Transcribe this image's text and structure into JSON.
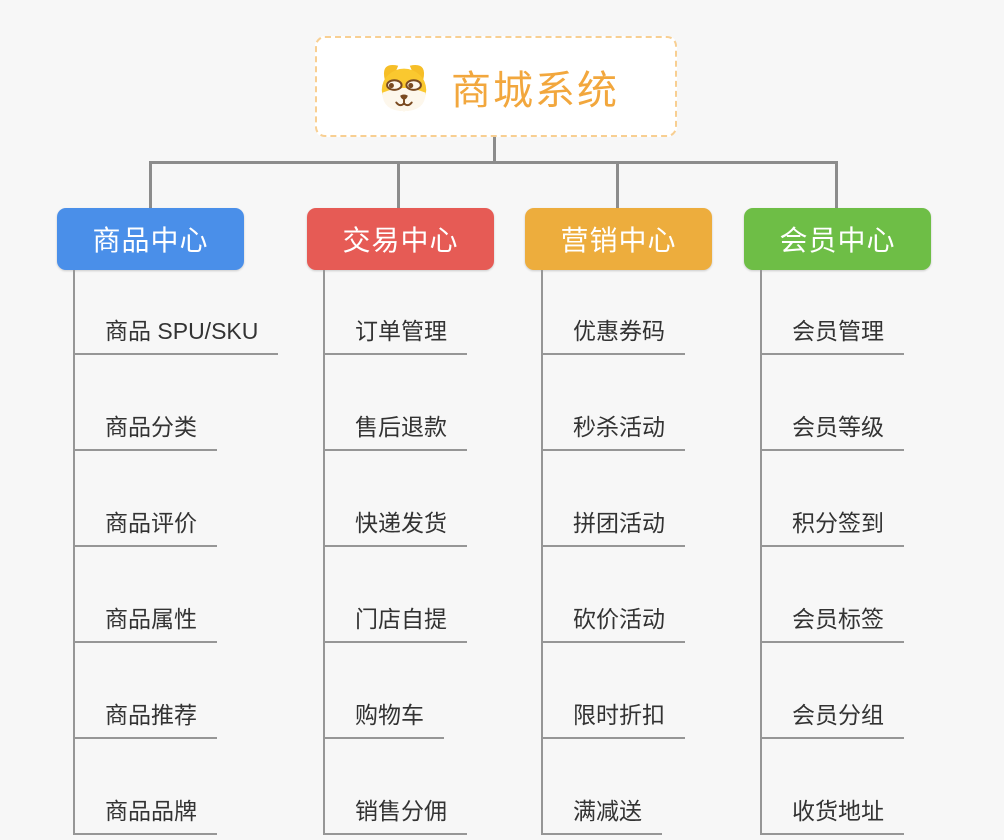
{
  "root": {
    "title": "商城系统",
    "icon": "dog-icon",
    "title_color": "#F2A73D",
    "border_color": "#F8CF92"
  },
  "background_color": "#F7F7F7",
  "connector_color": "#8C8C8C",
  "underline_color": "#969696",
  "branches": [
    {
      "label": "商品中心",
      "color": "#4A8FE9",
      "items": [
        "商品 SPU/SKU",
        "商品分类",
        "商品评价",
        "商品属性",
        "商品推荐",
        "商品品牌"
      ]
    },
    {
      "label": "交易中心",
      "color": "#E65B55",
      "items": [
        "订单管理",
        "售后退款",
        "快递发货",
        "门店自提",
        "购物车",
        "销售分佣"
      ]
    },
    {
      "label": "营销中心",
      "color": "#EDAD3D",
      "items": [
        "优惠券码",
        "秒杀活动",
        "拼团活动",
        "砍价活动",
        "限时折扣",
        "满减送"
      ]
    },
    {
      "label": "会员中心",
      "color": "#6EBE46",
      "items": [
        "会员管理",
        "会员等级",
        "积分签到",
        "会员标签",
        "会员分组",
        "收货地址"
      ]
    }
  ]
}
